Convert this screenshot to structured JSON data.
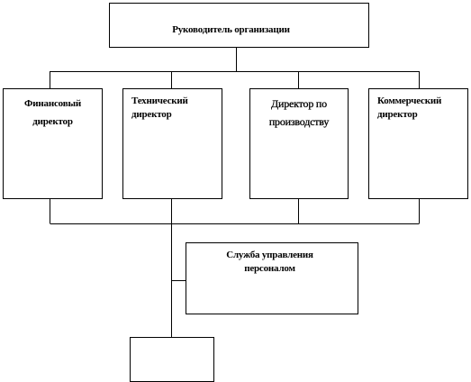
{
  "diagram": {
    "head": {
      "label": "Руководитель  организации"
    },
    "directors": [
      {
        "label": "Финансовый директор"
      },
      {
        "label": "Технический директор"
      },
      {
        "label": "Директор по производству"
      },
      {
        "label": "Коммерческий директор"
      }
    ],
    "hr_service": {
      "label": "Служба управления персоналом"
    },
    "bottom_box": {
      "label": ""
    }
  },
  "colors": {
    "line": "#000000",
    "box_fill": "#ffffff",
    "background": "#ffffff"
  }
}
